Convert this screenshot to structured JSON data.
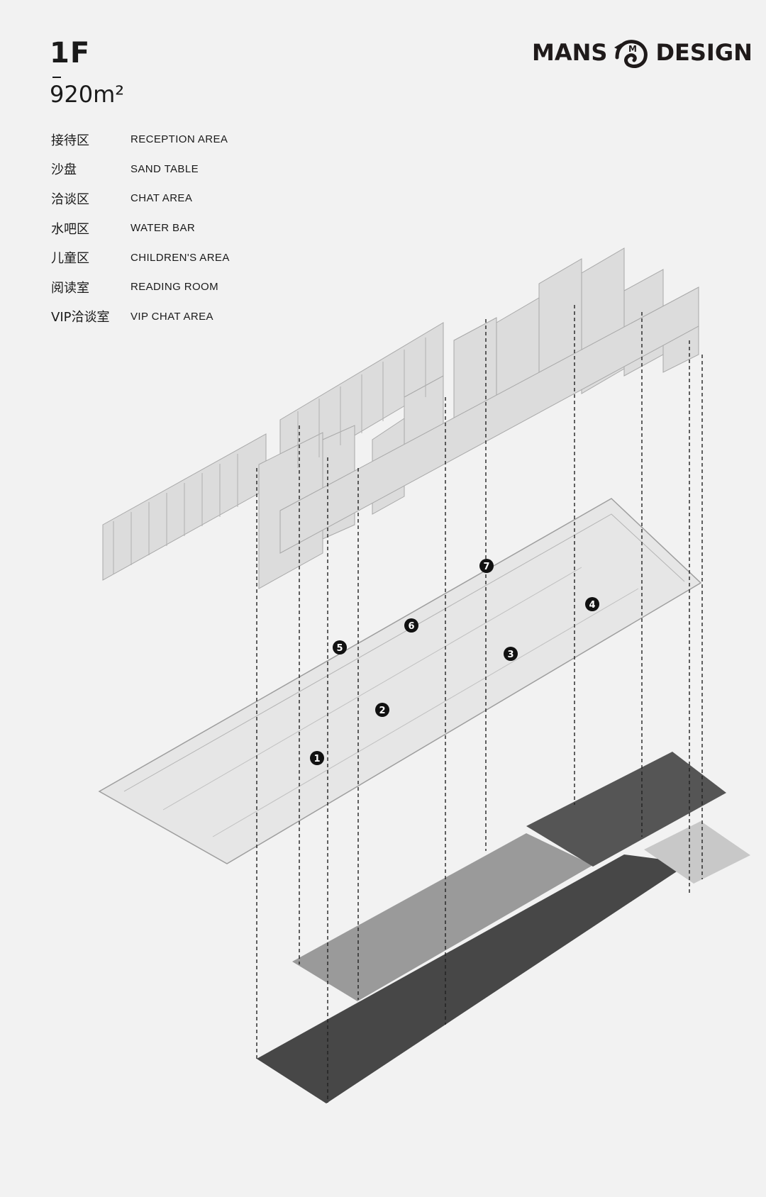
{
  "header": {
    "floor": "1F",
    "area": "920m²"
  },
  "brand": {
    "left_text": "MANS",
    "right_text": "DESIGN",
    "logo_letters": "M",
    "icon": "chameleon-logo-icon"
  },
  "legend": [
    {
      "cn": "接待区",
      "en": "RECEPTION AREA"
    },
    {
      "cn": "沙盘",
      "en": "SAND TABLE"
    },
    {
      "cn": "洽谈区",
      "en": "CHAT AREA"
    },
    {
      "cn": "水吧区",
      "en": "WATER BAR"
    },
    {
      "cn": "儿童区",
      "en": "CHILDREN'S AREA"
    },
    {
      "cn": "阅读室",
      "en": "READING ROOM"
    },
    {
      "cn": "VIP洽谈室",
      "en": "VIP CHAT AREA"
    }
  ],
  "markers": [
    "1",
    "2",
    "3",
    "4",
    "5",
    "6",
    "7"
  ],
  "colors": {
    "background": "#f2f2f2",
    "dark_slab": "#4a4a4a",
    "mid_slab": "#9a9a9a",
    "light_slab": "#c8c8c8",
    "plan_fill": "#e6e6e6",
    "line": "#9e9e9e"
  }
}
